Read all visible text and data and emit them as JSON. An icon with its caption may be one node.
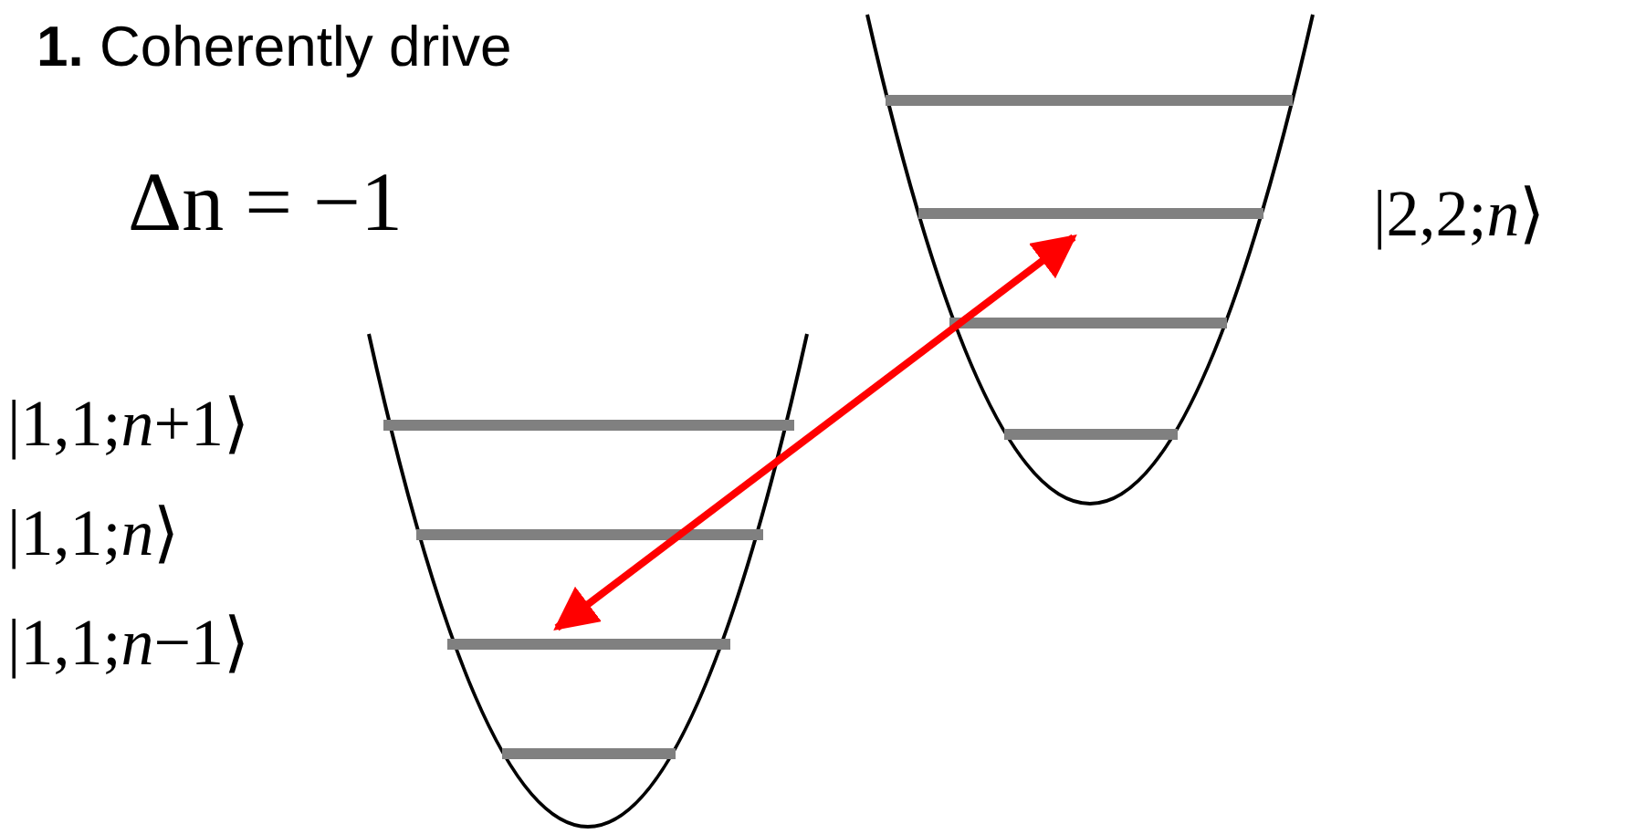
{
  "diagram": {
    "nodes": [
      {
        "text": [],
        "shape": "bar"
      },
      {
        "text": [],
        "shape": "bar",
        "beside": [
          "|2,2;*n*⟩"
        ]
      },
      {
        "text": [],
        "shape": "bar"
      },
      {
        "text": [],
        "shape": "bar"
      },
      {
        "text": [],
        "shape": "bar",
        "beside": [
          "|1,1;*n*+1⟩"
        ]
      },
      {
        "text": [],
        "shape": "bar",
        "beside": [
          "|1,1;*n*⟩"
        ]
      },
      {
        "text": [],
        "shape": "bar",
        "beside": [
          "|1,1;*n*−1⟩"
        ]
      },
      {
        "text": [],
        "shape": "bar"
      }
    ],
    "edges": [
      {
        "from": 6,
        "to": 1,
        "arrow": "both",
        "color": "#ff0000"
      }
    ],
    "labels": [
      "**1.** Coherently drive",
      "Δn = −1"
    ]
  }
}
